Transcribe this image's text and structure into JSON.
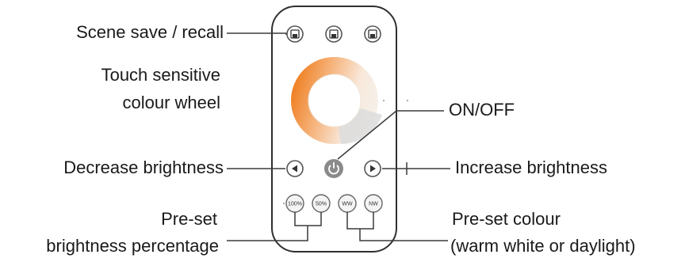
{
  "labels": {
    "scene_save": "Scene save / recall",
    "colour_wheel_line1": "Touch sensitive",
    "colour_wheel_line2": "colour wheel",
    "on_off": "ON/OFF",
    "decrease": "Decrease brightness",
    "increase": "Increase brightness",
    "preset_brightness_line1": "Pre-set",
    "preset_brightness_line2": "brightness percentage",
    "preset_colour_line1": "Pre-set colour",
    "preset_colour_line2": "(warm white or daylight)"
  },
  "buttons": {
    "b100": "100%",
    "b50": "50%",
    "ww": "WW",
    "nw": "NW"
  },
  "colors": {
    "wheel_warm": "#f0862a",
    "wheel_cool": "#f4efea",
    "wheel_gray": "#d9d9d9",
    "power_gray": "#8a8a8a",
    "outline": "#333333"
  },
  "icons": [
    "save-icon",
    "save-icon",
    "save-icon",
    "left-arrow-icon",
    "power-icon",
    "right-arrow-icon"
  ]
}
